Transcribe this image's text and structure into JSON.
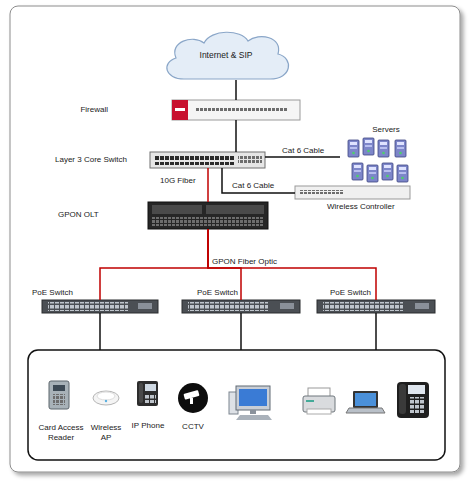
{
  "diagram": {
    "nodes": [
      {
        "text": [
          "Internet & SIP"
        ]
      },
      {
        "text": [
          "Firewall"
        ]
      },
      {
        "text": [
          "Layer 3 Core Switch"
        ]
      },
      {
        "text": [
          "Servers"
        ]
      },
      {
        "text": [
          "Wireless Controller"
        ]
      },
      {
        "text": [
          "GPON OLT"
        ]
      },
      {
        "text": [
          "PoE Switch"
        ]
      },
      {
        "text": [
          "PoE Switch"
        ]
      },
      {
        "text": [
          "PoE Switch"
        ]
      },
      {
        "text": [
          "Card Access Reader"
        ]
      },
      {
        "text": [
          "Wireless AP"
        ]
      },
      {
        "text": [
          "IP Phone"
        ]
      },
      {
        "text": [
          "CCTV"
        ]
      }
    ],
    "edges": [
      {
        "from": 0,
        "to": 1,
        "arrow": "none"
      },
      {
        "from": 1,
        "to": 2,
        "arrow": "none"
      },
      {
        "from": 2,
        "to": 3,
        "arrow": "none",
        "label": "Cat 6 Cable"
      },
      {
        "from": 2,
        "to": 4,
        "arrow": "none",
        "label": "Cat 6 Cable"
      },
      {
        "from": 2,
        "to": 5,
        "arrow": "none",
        "label": "10G Fiber"
      },
      {
        "from": 5,
        "to": 6,
        "arrow": "none"
      },
      {
        "from": 5,
        "to": 7,
        "arrow": "none",
        "label": "GPON Fiber Optic"
      },
      {
        "from": 5,
        "to": 8,
        "arrow": "none"
      }
    ]
  }
}
